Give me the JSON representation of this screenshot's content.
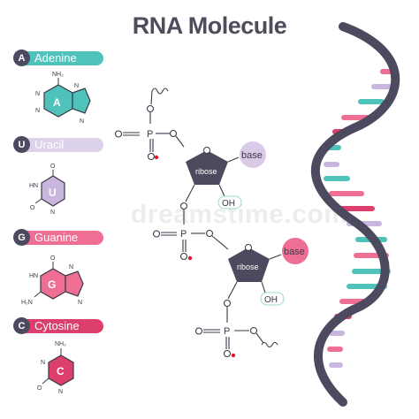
{
  "title": "RNA Molecule",
  "watermark": "dreamstime.com",
  "colors": {
    "adenine": "#4fc2bc",
    "uracil": "#c9b6df",
    "guanine": "#ee6f93",
    "cytosine": "#dc3f6b",
    "backbone": "#4c4a5e"
  },
  "bases": [
    {
      "letter": "A",
      "name": "Adenine",
      "ring_letter": "A",
      "top_label": "NH₂"
    },
    {
      "letter": "U",
      "name": "Uracil",
      "ring_letter": "U",
      "top_label": "O"
    },
    {
      "letter": "G",
      "name": "Guanine",
      "ring_letter": "G",
      "top_label": "O"
    },
    {
      "letter": "C",
      "name": "Cytosine",
      "ring_letter": "C",
      "top_label": "NH₂"
    }
  ],
  "structure_labels": {
    "ribose_1": "ribose",
    "ribose_2": "ribose",
    "base_1": "base",
    "base_2": "base",
    "oh_1": "OH",
    "oh_2": "OH",
    "phosphorus": "P",
    "oxygen": "O",
    "nitrogen": "N",
    "hydrogen_n": "HN",
    "amine": "H₂N"
  }
}
